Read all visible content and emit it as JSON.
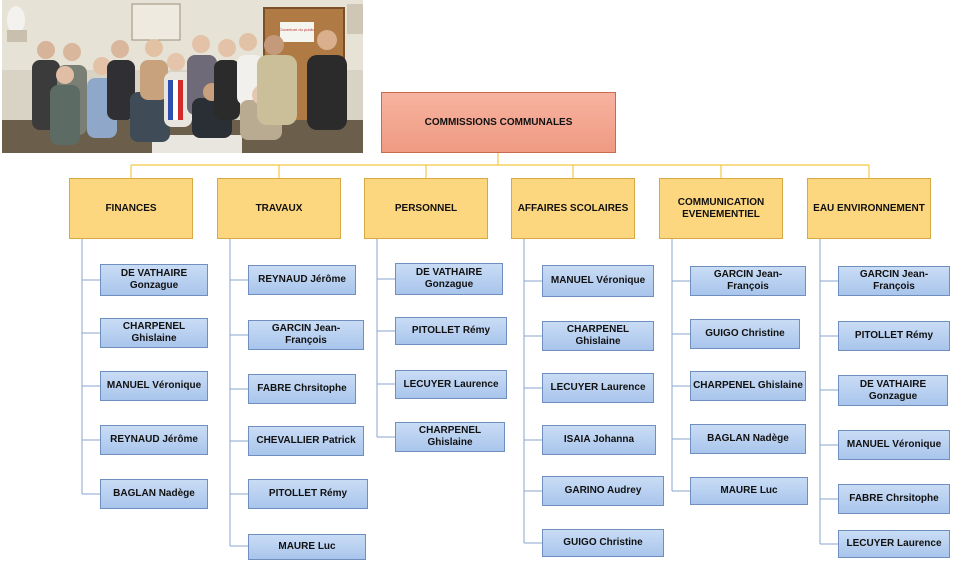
{
  "root": {
    "label": "COMMISSIONS COMMUNALES"
  },
  "photo": {
    "description_icon": "group-photo-image",
    "sign_text": "Ouverture du public"
  },
  "colors": {
    "root_fill": "#f4a58e",
    "category_fill": "#fdd680",
    "member_fill": "#b8d0f0",
    "connector": "#f2c744",
    "member_connector": "#8aa6cf"
  },
  "commissions": [
    {
      "label": "FINANCES",
      "members": [
        "DE VATHAIRE Gonzague",
        "CHARPENEL Ghislaine",
        "MANUEL Véronique",
        "REYNAUD Jérôme",
        "BAGLAN Nadège"
      ]
    },
    {
      "label": "TRAVAUX",
      "members": [
        "REYNAUD Jérôme",
        "GARCIN Jean-François",
        "FABRE Chrsitophe",
        "CHEVALLIER Patrick",
        "PITOLLET Rémy",
        "MAURE Luc"
      ]
    },
    {
      "label": "PERSONNEL",
      "members": [
        "DE VATHAIRE Gonzague",
        "PITOLLET Rémy",
        "LECUYER Laurence",
        "CHARPENEL Ghislaine"
      ]
    },
    {
      "label": "AFFAIRES SCOLAIRES",
      "members": [
        "MANUEL Véronique",
        "CHARPENEL Ghislaine",
        "LECUYER Laurence",
        "ISAIA Johanna",
        "GARINO Audrey",
        "GUIGO Christine"
      ]
    },
    {
      "label": "COMMUNICATION EVENEMENTIEL",
      "members": [
        "GARCIN Jean-François",
        "GUIGO Christine",
        "CHARPENEL Ghislaine",
        "BAGLAN Nadège",
        "MAURE Luc"
      ]
    },
    {
      "label": "EAU ENVIRONNEMENT",
      "members": [
        "GARCIN Jean-François",
        "PITOLLET Rémy",
        "DE VATHAIRE Gonzague",
        "MANUEL Véronique",
        "FABRE Chrsitophe",
        "LECUYER Laurence"
      ]
    }
  ]
}
